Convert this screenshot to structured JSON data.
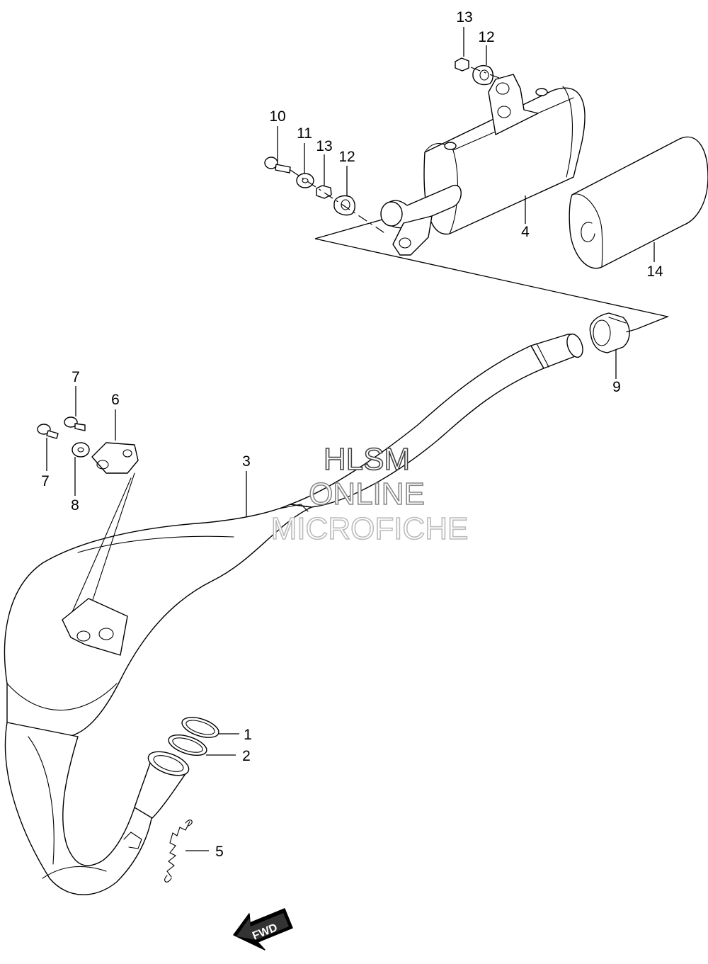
{
  "callouts": [
    {
      "id": "c13a",
      "label": "13"
    },
    {
      "id": "c12a",
      "label": "12"
    },
    {
      "id": "c10",
      "label": "10"
    },
    {
      "id": "c11",
      "label": "11"
    },
    {
      "id": "c13b",
      "label": "13"
    },
    {
      "id": "c12b",
      "label": "12"
    },
    {
      "id": "c4",
      "label": "4"
    },
    {
      "id": "c14",
      "label": "14"
    },
    {
      "id": "c9",
      "label": "9"
    },
    {
      "id": "c7a",
      "label": "7"
    },
    {
      "id": "c6",
      "label": "6"
    },
    {
      "id": "c7b",
      "label": "7"
    },
    {
      "id": "c8",
      "label": "8"
    },
    {
      "id": "c3",
      "label": "3"
    },
    {
      "id": "c1",
      "label": "1"
    },
    {
      "id": "c2",
      "label": "2"
    },
    {
      "id": "c5",
      "label": "5"
    }
  ],
  "watermark": {
    "line1": "HLSM",
    "line2": "ONLINE",
    "line3": "MICROFICHE"
  },
  "direction_arrow": {
    "label": "FWD",
    "icon": "fwd-arrow-icon"
  },
  "colors": {
    "line": "#000000",
    "background": "#ffffff",
    "watermark_dark": "#444444",
    "watermark_mid": "#888888",
    "watermark_light": "#bbbbbb"
  }
}
